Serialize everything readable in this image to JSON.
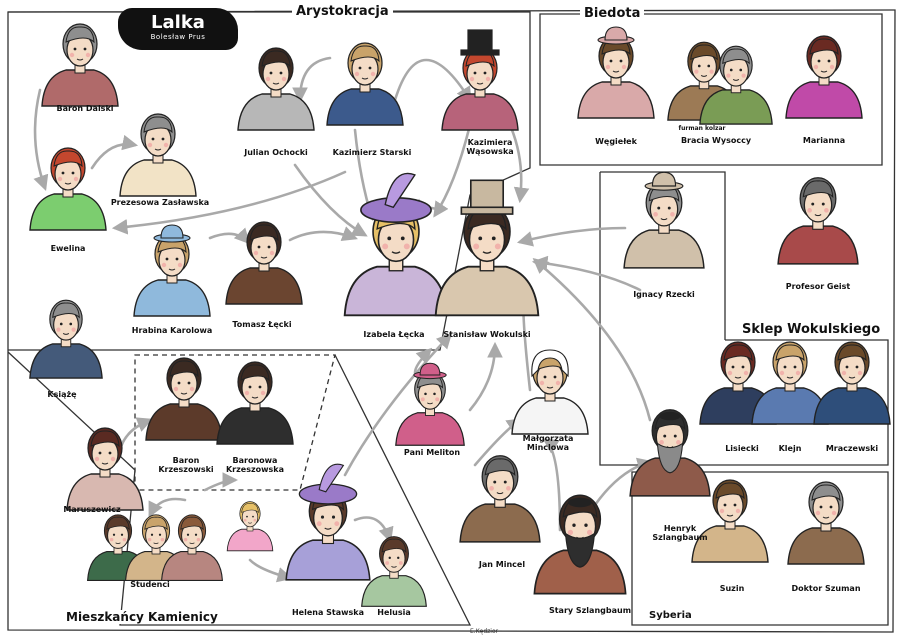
{
  "title": "Lalka",
  "author": "Bolesław Prus",
  "credit": "E.Kędzior",
  "sections": {
    "arystokracja": "Arystokracja",
    "biedota": "Biedota",
    "sklep": "Sklep Wokulskiego",
    "kamienica": "Mieszkańcy Kamienicy",
    "syberia": "Syberia"
  },
  "people": {
    "baron_dalski": "Baron Dalski",
    "julian_ochocki": "Julian Ochocki",
    "kazimierz_starski": "Kazimierz Starski",
    "kazimiera_wasowska": "Kazimiera Wąsowska",
    "emelina": "Ewelina",
    "prezesowa_zaslawska": "Prezesowa Zasławska",
    "hrabina_karolowa": "Hrabina Karolowa",
    "tomasz_lecki": "Tomasz Łęcki",
    "izabela_lecka": "Izabela Łęcka",
    "stanislaw_wokulski": "Stanisław Wokulski",
    "ksiaze": "Książę",
    "baron_krzeszowski": "Baron Krzeszowski",
    "baronowa_krzeszowska": "Baronowa Krzeszowska",
    "maruszewicz": "Maruszewicz",
    "studenci": "Studenci",
    "helena_stawska": "Helena Stawska",
    "helusia": "Helusia",
    "pani_meliton": "Pani Meliton",
    "malgorzata_minclowa": "Małgorzata Minclowa",
    "jan_mincel": "Jan Mincel",
    "stary_szlangbaum": "Stary Szlangbaum",
    "wegielek": "Węgiełek",
    "furman_kolzar": "furman kolzar",
    "bracia_wysoccy": "Bracia Wysoccy",
    "marianna": "Marianna",
    "ignacy_rzecki": "Ignacy Rzecki",
    "profesor_geist": "Profesor Geist",
    "lisiecki": "Lisiecki",
    "klejn": "Klejn",
    "mraczewski": "Mraczewski",
    "henryk_szlangbaum": "Henryk Szlangbaum",
    "suzin": "Suzin",
    "doktor_szuman": "Doktor Szuman"
  },
  "colors": {
    "arrow": "#a9a9a9",
    "line": "#333333",
    "skin": "#f4dcc6",
    "hair_dark": "#3b2a22",
    "hair_gray": "#8e8e8e",
    "hair_red": "#c4472e"
  }
}
